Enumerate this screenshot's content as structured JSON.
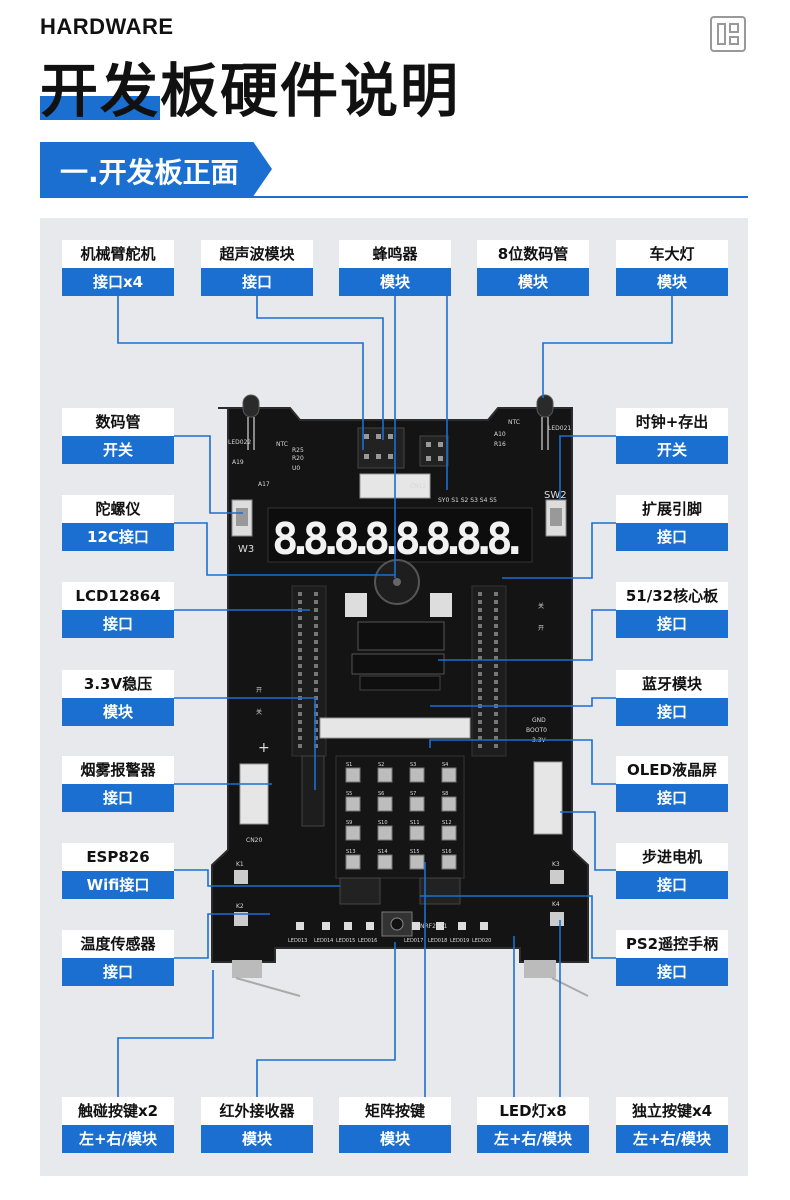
{
  "header": {
    "kicker": "HARDWARE",
    "title": "开发板硬件说明",
    "section": "一.开发板正面"
  },
  "colors": {
    "accent": "#1a6fd0",
    "panel": "#e8e9ec",
    "board": "#111111"
  },
  "labels": {
    "servo": {
      "name": "机械臂舵机",
      "type": "接口x4"
    },
    "ultrasonic": {
      "name": "超声波模块",
      "type": "接口"
    },
    "buzzer": {
      "name": "蜂鸣器",
      "type": "模块"
    },
    "seg8": {
      "name": "8位数码管",
      "type": "模块"
    },
    "headlight": {
      "name": "车大灯",
      "type": "模块"
    },
    "segswitch": {
      "name": "数码管",
      "type": "开关"
    },
    "clock": {
      "name": "时钟+存出",
      "type": "开关"
    },
    "gyro": {
      "name": "陀螺仪",
      "type": "12C接口"
    },
    "extpins": {
      "name": "扩展引脚",
      "type": "接口"
    },
    "lcd": {
      "name": "LCD12864",
      "type": "接口"
    },
    "core": {
      "name": "51/32核心板",
      "type": "接口"
    },
    "regulator": {
      "name": "3.3V稳压",
      "type": "模块"
    },
    "bluetooth": {
      "name": "蓝牙模块",
      "type": "接口"
    },
    "smoke": {
      "name": "烟雾报警器",
      "type": "接口"
    },
    "oled": {
      "name": "OLED液晶屏",
      "type": "接口"
    },
    "esp": {
      "name": "ESP826",
      "type": "Wifi接口"
    },
    "stepper": {
      "name": "步进电机",
      "type": "接口"
    },
    "temp": {
      "name": "温度传感器",
      "type": "接口"
    },
    "ps2": {
      "name": "PS2遥控手柄",
      "type": "接口"
    },
    "touch": {
      "name": "触碰按键x2",
      "type": "左+右/模块"
    },
    "ir": {
      "name": "红外接收器",
      "type": "模块"
    },
    "matrix": {
      "name": "矩阵按键",
      "type": "模块"
    },
    "led": {
      "name": "LED灯x8",
      "type": "左+右/模块"
    },
    "indkey": {
      "name": "独立按键x4",
      "type": "左+右/模块"
    }
  },
  "board": {
    "seg_text": "8.8.8.8.8.8.8.8.",
    "silk": {
      "led022": "LED022",
      "a19": "A19",
      "ntc_l": "NTC",
      "r25": "R25",
      "r20": "R20",
      "u0": "U0",
      "a17": "A17",
      "ntc_r": "NTC",
      "a10": "A10",
      "r16": "R16",
      "led021": "LED021",
      "cn12": "CN12",
      "segport": "SY0 S1 S2 S3 S4 S5",
      "sw2": "SW2",
      "w3": "W3",
      "open_l": "开",
      "close_l": "关",
      "open_r": "开",
      "close_r": "关",
      "cn20": "CN20",
      "k1": "K1",
      "k2": "K2",
      "k3": "K3",
      "k4": "K4",
      "nrf": "NRF2401",
      "gnd": "GND",
      "boot0": "BOOT0",
      "v33": "3.3V",
      "plus": "+",
      "keys": [
        "S1",
        "S2",
        "S3",
        "S4",
        "S5",
        "S6",
        "S7",
        "S8",
        "S9",
        "S10",
        "S11",
        "S12",
        "S13",
        "S14",
        "S15",
        "S16"
      ],
      "leds": [
        "LED013",
        "LED014",
        "LED015",
        "LED016",
        "LED017",
        "LED018",
        "LED019",
        "LED020"
      ]
    }
  }
}
